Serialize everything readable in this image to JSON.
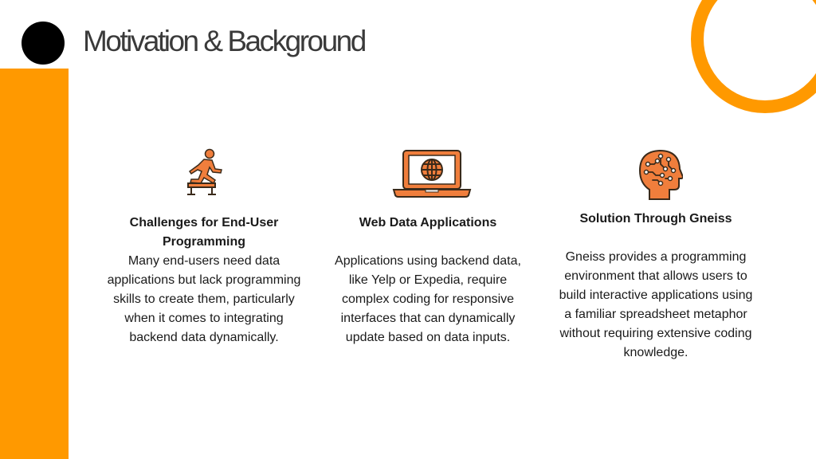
{
  "slide": {
    "title": "Motivation & Background",
    "accent_color": "#FF9900",
    "icon_color": "#F07E3C"
  },
  "columns": [
    {
      "icon": "hurdle-runner-icon",
      "heading": "Challenges for End-User Programming",
      "body": "Many end-users need data applications but lack programming skills to create them, particularly when it comes to integrating backend data dynamically."
    },
    {
      "icon": "laptop-globe-icon",
      "heading": "Web Data Applications",
      "body": "Applications using backend data, like Yelp or Expedia, require complex coding for responsive interfaces that can dynamically update based on data inputs."
    },
    {
      "icon": "head-circuit-icon",
      "heading": "Solution Through Gneiss",
      "body": "Gneiss provides a programming environment that allows users to build interactive applications using a familiar spreadsheet metaphor without requiring extensive coding knowledge."
    }
  ]
}
